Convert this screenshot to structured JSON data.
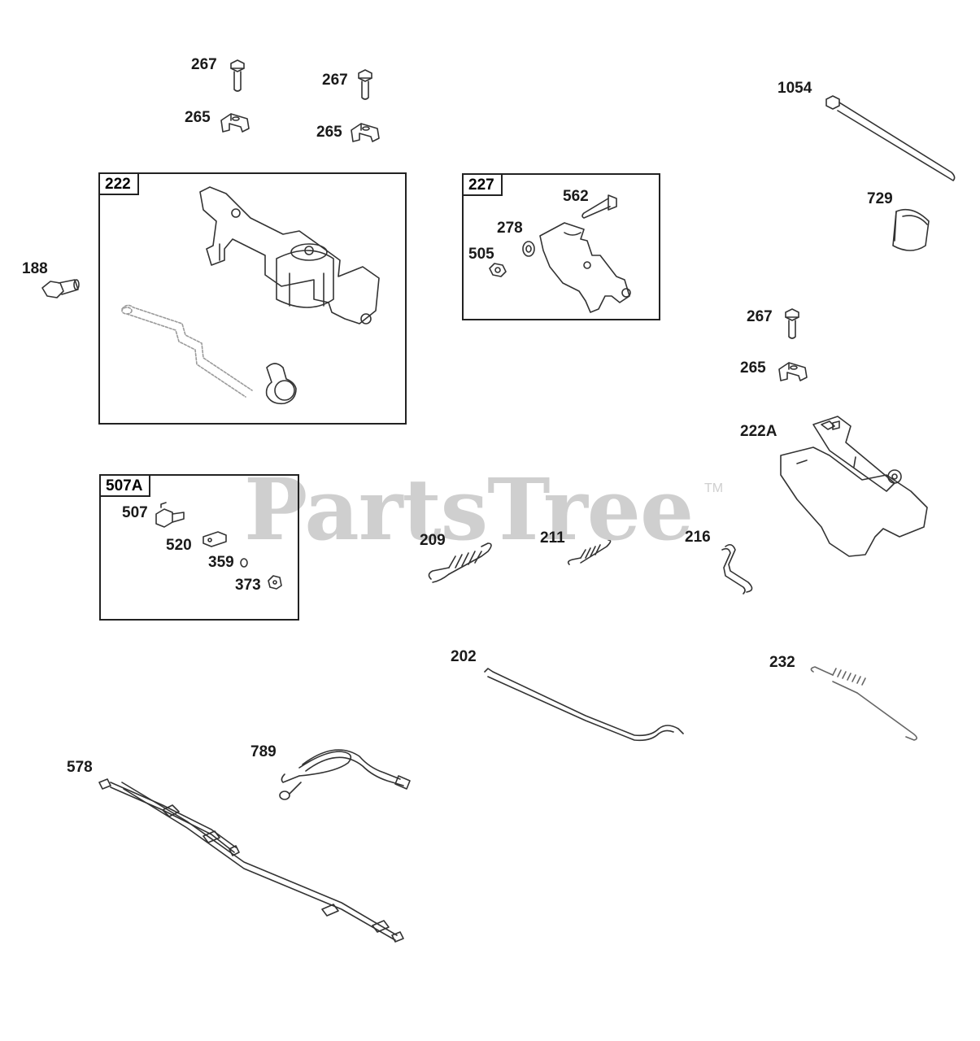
{
  "watermark": {
    "text": "PartsTree",
    "tm": "TM"
  },
  "boxes": {
    "b222": "222",
    "b227": "227",
    "b507a": "507A"
  },
  "labels": {
    "l267a": "267",
    "l267b": "267",
    "l265a": "265",
    "l265b": "265",
    "l1054": "1054",
    "l729": "729",
    "l188": "188",
    "l562": "562",
    "l278": "278",
    "l505": "505",
    "l267c": "267",
    "l265c": "265",
    "l222a": "222A",
    "l507": "507",
    "l520": "520",
    "l359": "359",
    "l373": "373",
    "l209": "209",
    "l211": "211",
    "l216": "216",
    "l202": "202",
    "l232": "232",
    "l789": "789",
    "l578": "578"
  },
  "colors": {
    "stroke": "#333333",
    "ghost": "#9a9a9a",
    "watermark": "#cfcfcf"
  }
}
